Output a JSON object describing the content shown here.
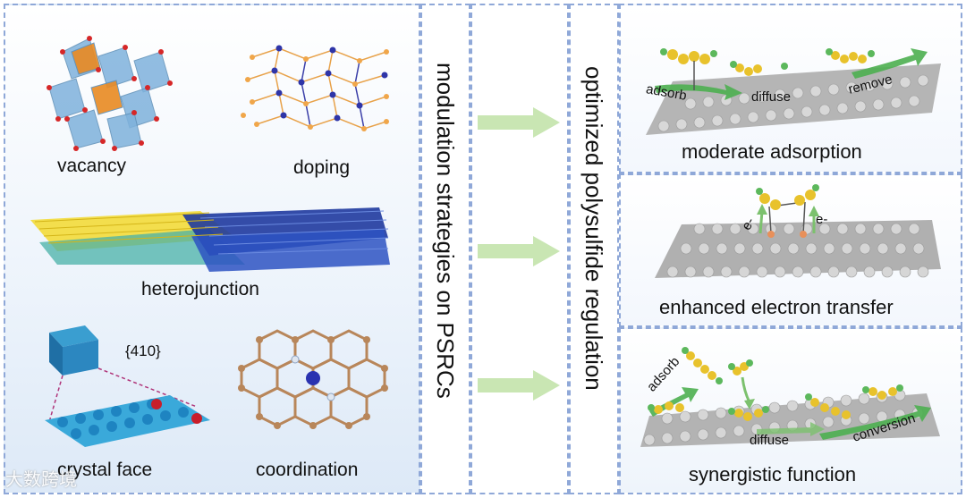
{
  "left": {
    "vacancy": "vacancy",
    "doping": "doping",
    "heterojunction": "heterojunction",
    "facet_index": "{410}",
    "crystal_face": "crystal face",
    "coordination": "coordination"
  },
  "middle": {
    "modulation_text": "modulation strategies on PSRCs",
    "optimized_text": "optimized polysulfide regulation"
  },
  "right": {
    "panel1": {
      "caption": "moderate adsorption",
      "adsorb": "adsorb",
      "diffuse": "diffuse",
      "remove": "remove"
    },
    "panel2": {
      "caption": "enhanced electron transfer",
      "e_left": "e-",
      "e_right": "e-"
    },
    "panel3": {
      "caption": "synergistic function",
      "adsorb": "adsorb",
      "diffuse": "diffuse",
      "conversion": "conversion"
    }
  },
  "watermark": "大数跨境",
  "colors": {
    "border": "#8fa8d8",
    "arrow": "#c9e6b3",
    "green_arrow": "#4caf50",
    "sulfur": "#e8c22c",
    "lithium": "#5cb85c",
    "surface": "#9e9e9e"
  }
}
